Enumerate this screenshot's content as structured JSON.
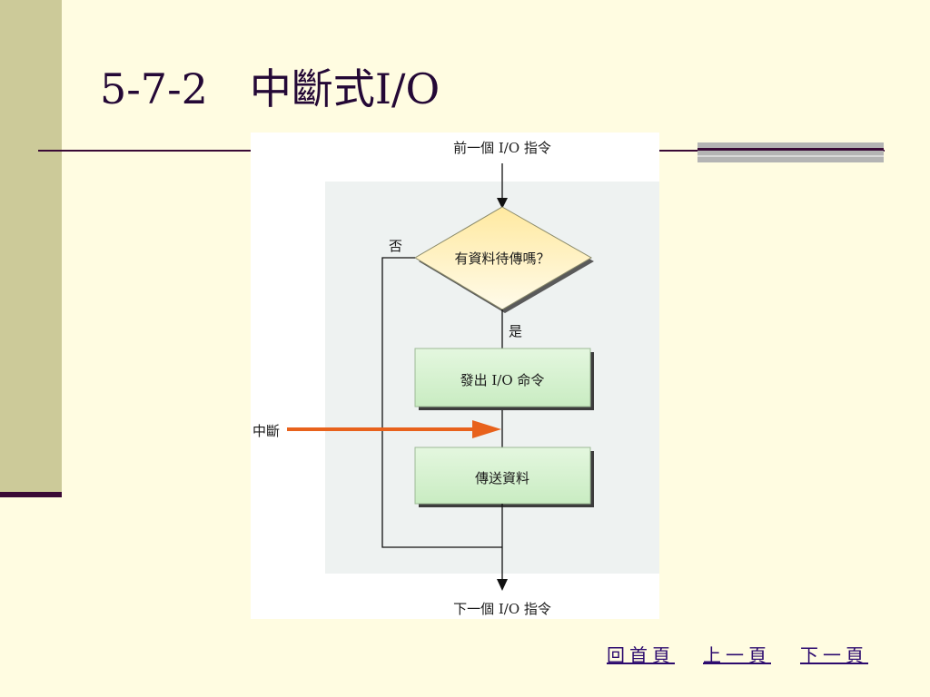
{
  "slide": {
    "title": "5-7-2　中斷式I/O"
  },
  "diagram": {
    "start_label": "前一個 I/O 指令",
    "decision_label": "有資料待傳嗎？",
    "no_label": "否",
    "yes_label": "是",
    "step1_label": "發出 I/O 命令",
    "step2_label": "傳送資料",
    "interrupt_label": "中斷",
    "end_label": "下一個 I/O 指令",
    "colors": {
      "decision_fill_top": "#FFE9A0",
      "decision_fill_bottom": "#FFFBEA",
      "process_fill": "#D7F2D2",
      "interrupt_arrow": "#E8621C",
      "panel": "#EEF2F1"
    }
  },
  "nav": {
    "home": "回首頁",
    "prev": "上一頁",
    "next": "下一頁"
  },
  "colors": {
    "background": "#FFFCE1",
    "left_band": "#CCCA99",
    "title": "#240836",
    "nav_link": "#2C0A6E"
  }
}
